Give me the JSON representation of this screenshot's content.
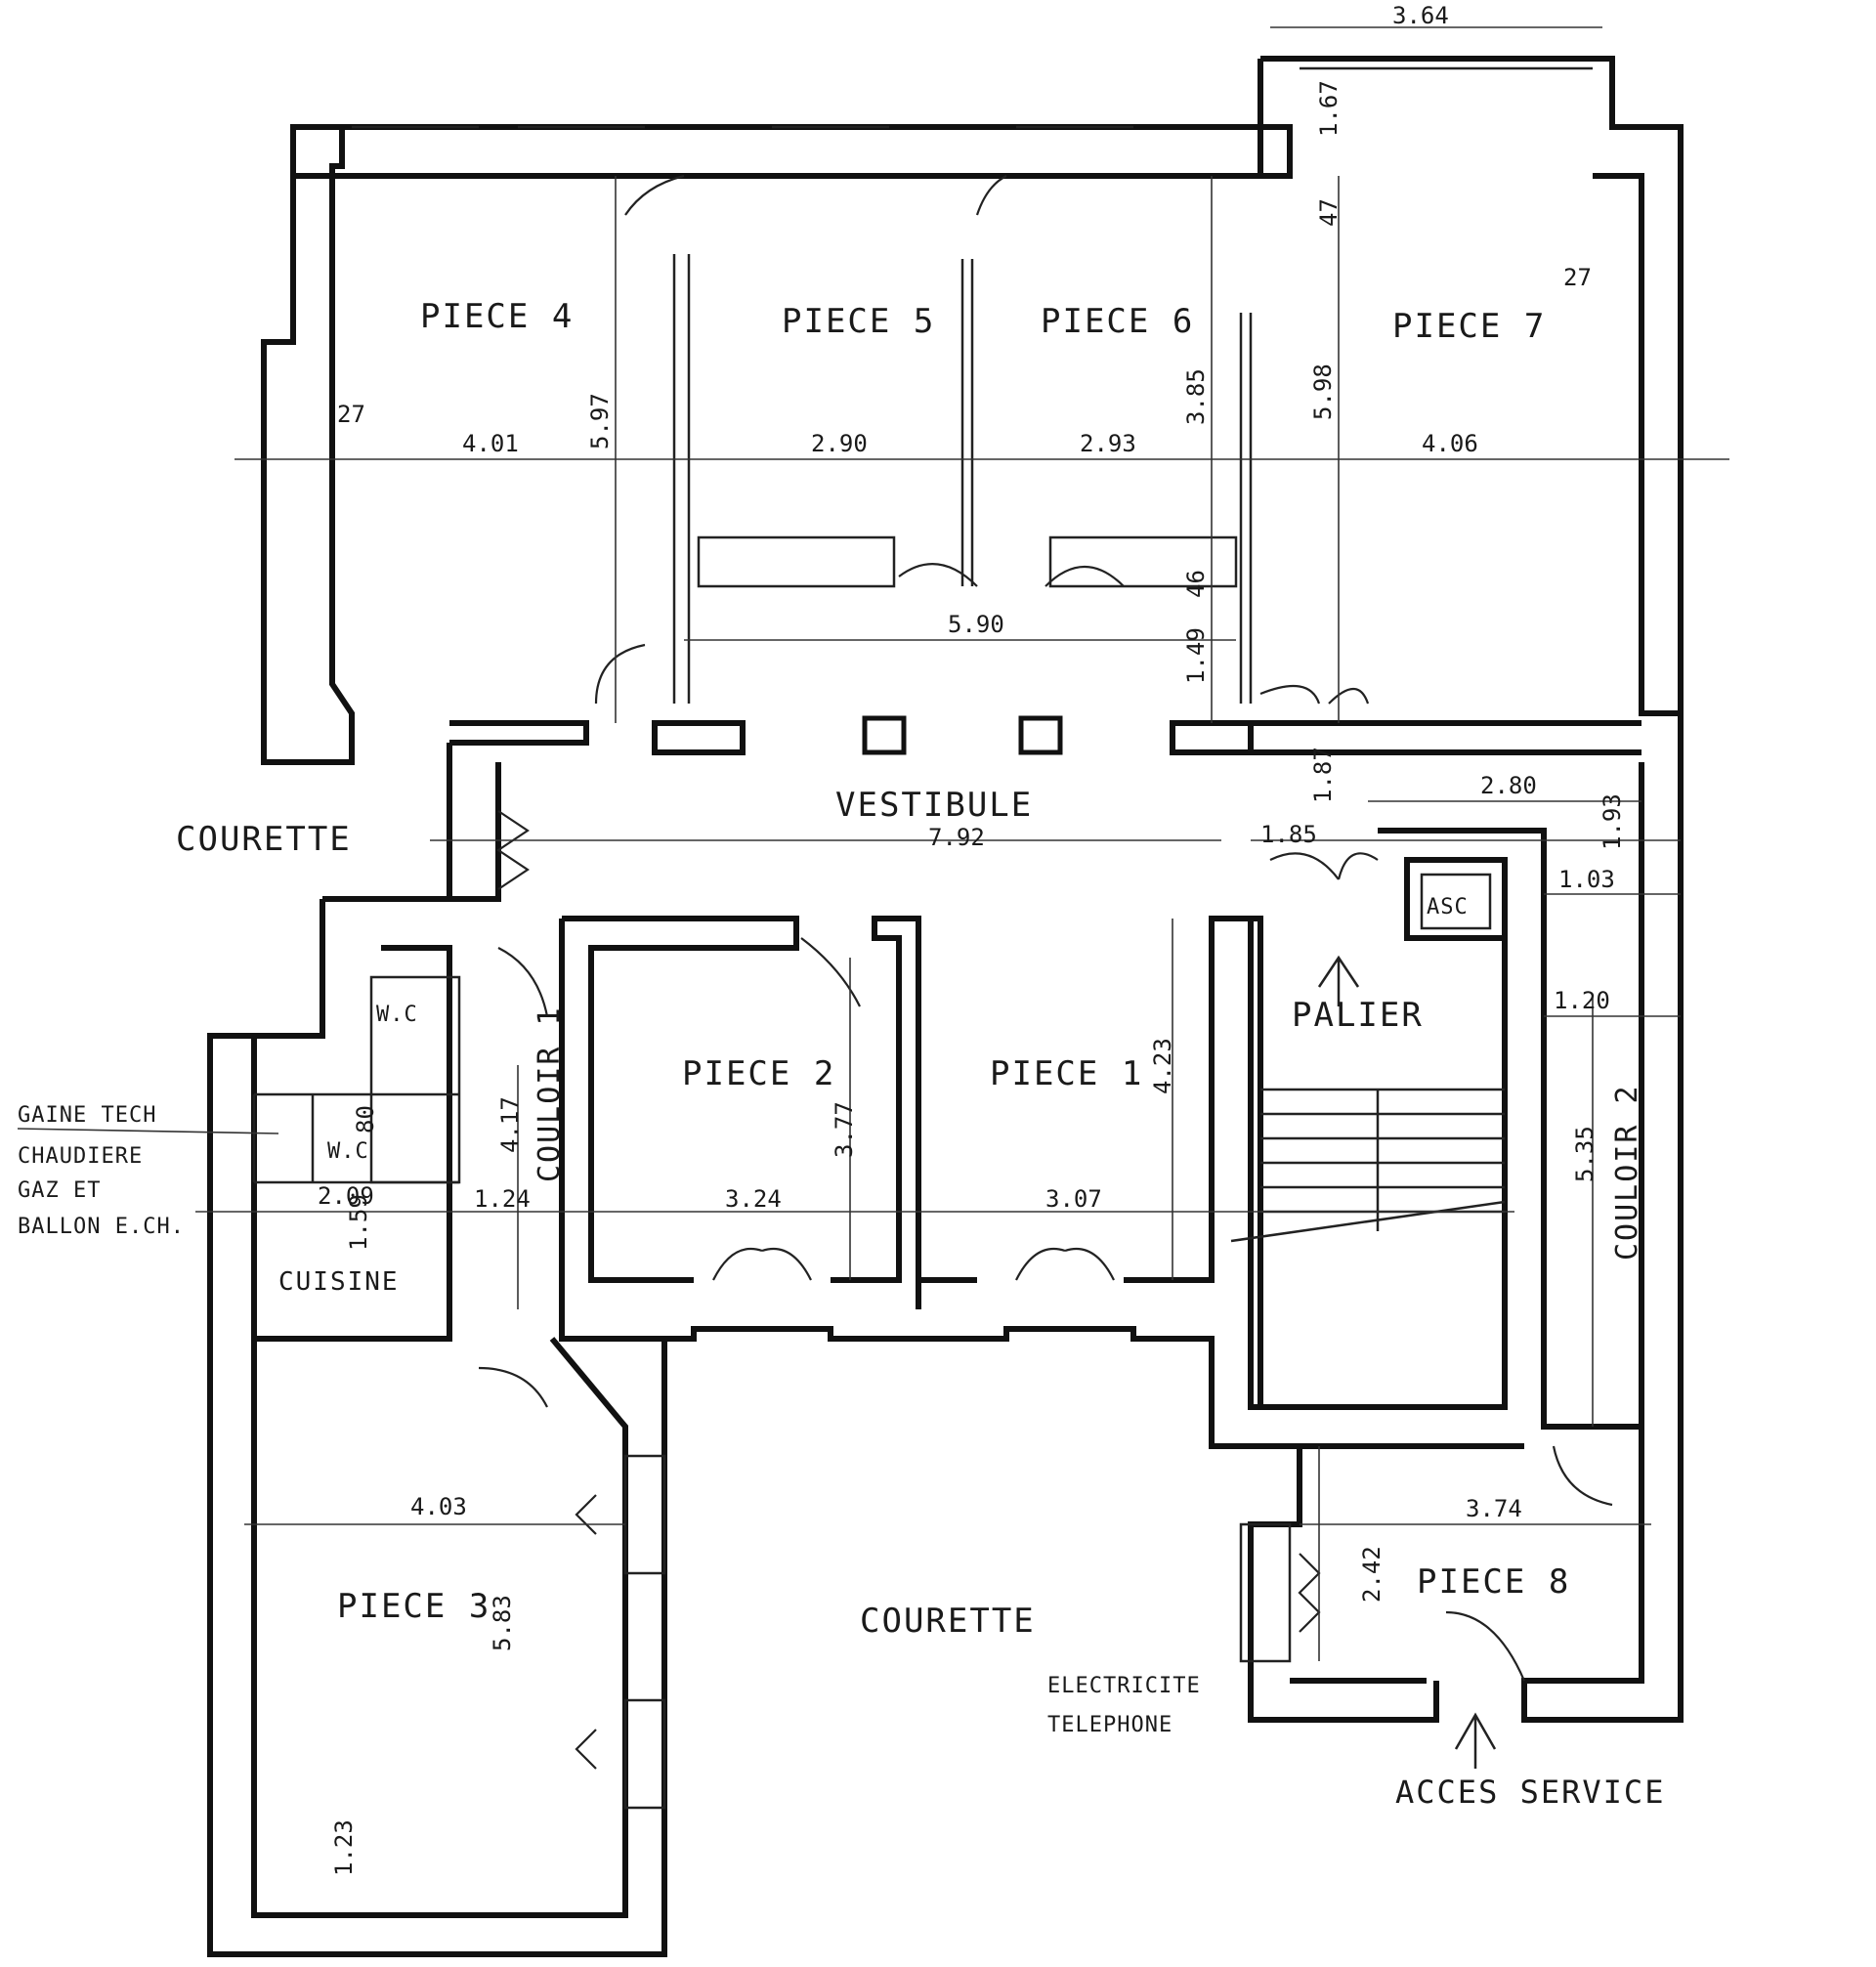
{
  "rooms": {
    "piece4": "PIECE 4",
    "piece5": "PIECE 5",
    "piece6": "PIECE 6",
    "piece7": "PIECE 7",
    "piece1": "PIECE 1",
    "piece2": "PIECE 2",
    "piece3": "PIECE 3",
    "piece8": "PIECE 8",
    "vestibule": "VESTIBULE",
    "palier": "PALIER",
    "couloir1": "COULOIR 1",
    "couloir2": "COULOIR 2",
    "cuisine": "CUISINE",
    "wc1": "W.C",
    "wc2": "W.C",
    "asc": "ASC",
    "courette_left": "COURETTE",
    "courette_bottom": "COURETTE"
  },
  "notes": {
    "gaine_tech": "GAINE TECH",
    "chaudiere_1": "CHAUDIERE",
    "chaudiere_2": "GAZ ET",
    "chaudiere_3": "BALLON E.CH.",
    "electricite": "ELECTRICITE",
    "telephone": "TELEPHONE",
    "acces_service": "ACCES SERVICE"
  },
  "dimensions": {
    "d_364": "3.64",
    "d_167": "1.67",
    "d_47": "47",
    "d_27a": "27",
    "d_27b": "27",
    "d_401": "4.01",
    "d_597": "5.97",
    "d_290": "2.90",
    "d_293": "2.93",
    "d_385": "3.85",
    "d_598": "5.98",
    "d_406": "4.06",
    "d_590": "5.90",
    "d_46": "46",
    "d_149": "1.49",
    "d_187": "1.87",
    "d_280": "2.80",
    "d_792": "7.92",
    "d_185": "1.85",
    "d_193": "1.93",
    "d_103": "1.03",
    "d_120": "1.20",
    "d_417": "4.17",
    "d_377": "3.77",
    "d_423": "4.23",
    "d_535": "5.35",
    "d_80": "80",
    "d_209": "2.09",
    "d_124": "1.24",
    "d_324": "3.24",
    "d_307": "3.07",
    "d_159": "1.59",
    "d_403": "4.03",
    "d_583": "5.83",
    "d_374": "3.74",
    "d_242": "2.42",
    "d_123": "1.23"
  }
}
